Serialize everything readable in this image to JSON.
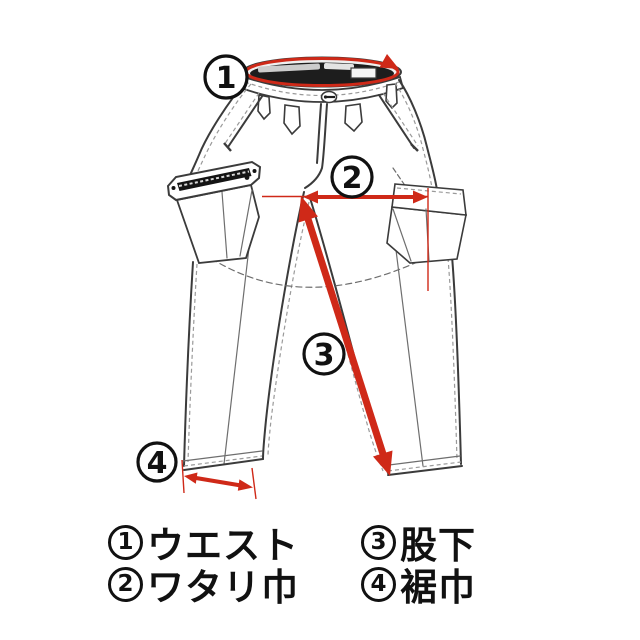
{
  "legend": {
    "items": [
      {
        "num": "1",
        "label": "ウエスト"
      },
      {
        "num": "2",
        "label": "ワタリ巾"
      },
      {
        "num": "3",
        "label": "股下"
      },
      {
        "num": "4",
        "label": "裾巾"
      }
    ]
  },
  "colors": {
    "arrow_red": "#cf2918",
    "drawing_line": "#3b3b3b",
    "text": "#111111",
    "background": "#ffffff"
  }
}
